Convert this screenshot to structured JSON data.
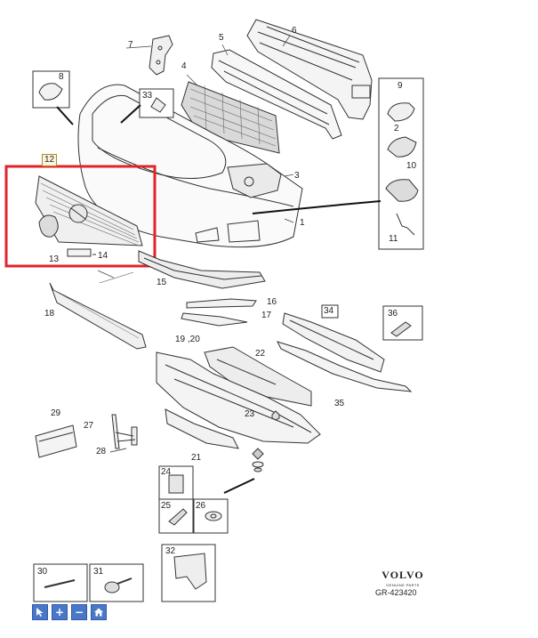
{
  "callouts": {
    "c1": "1",
    "c2": "2",
    "c3": "3",
    "c4": "4",
    "c5": "5",
    "c6": "6",
    "c7": "7",
    "c8": "8",
    "c9": "9",
    "c10": "10",
    "c11": "11",
    "c12": "12",
    "c13": "13",
    "c14": "14",
    "c15": "15",
    "c16": "16",
    "c17": "17",
    "c18": "18",
    "c19_20": "19 ,20",
    "c21": "21",
    "c22": "22",
    "c23": "23",
    "c24": "24",
    "c25": "25",
    "c26": "26",
    "c27": "27",
    "c28": "28",
    "c29": "29",
    "c30": "30",
    "c31": "31",
    "c32": "32",
    "c33": "33",
    "c34": "34",
    "c35": "35",
    "c36": "36"
  },
  "brand": {
    "name": "VOLVO",
    "subtitle": "GENUINE PARTS",
    "reference": "GR-423420"
  },
  "highlight_color": "#e0242a",
  "toolbar": {
    "buttons": [
      {
        "name": "select-tool",
        "icon": "cursor-icon"
      },
      {
        "name": "zoom-in",
        "icon": "plus-icon",
        "glyph": "+"
      },
      {
        "name": "zoom-out",
        "icon": "minus-icon",
        "glyph": "−"
      },
      {
        "name": "home",
        "icon": "home-icon"
      }
    ]
  }
}
